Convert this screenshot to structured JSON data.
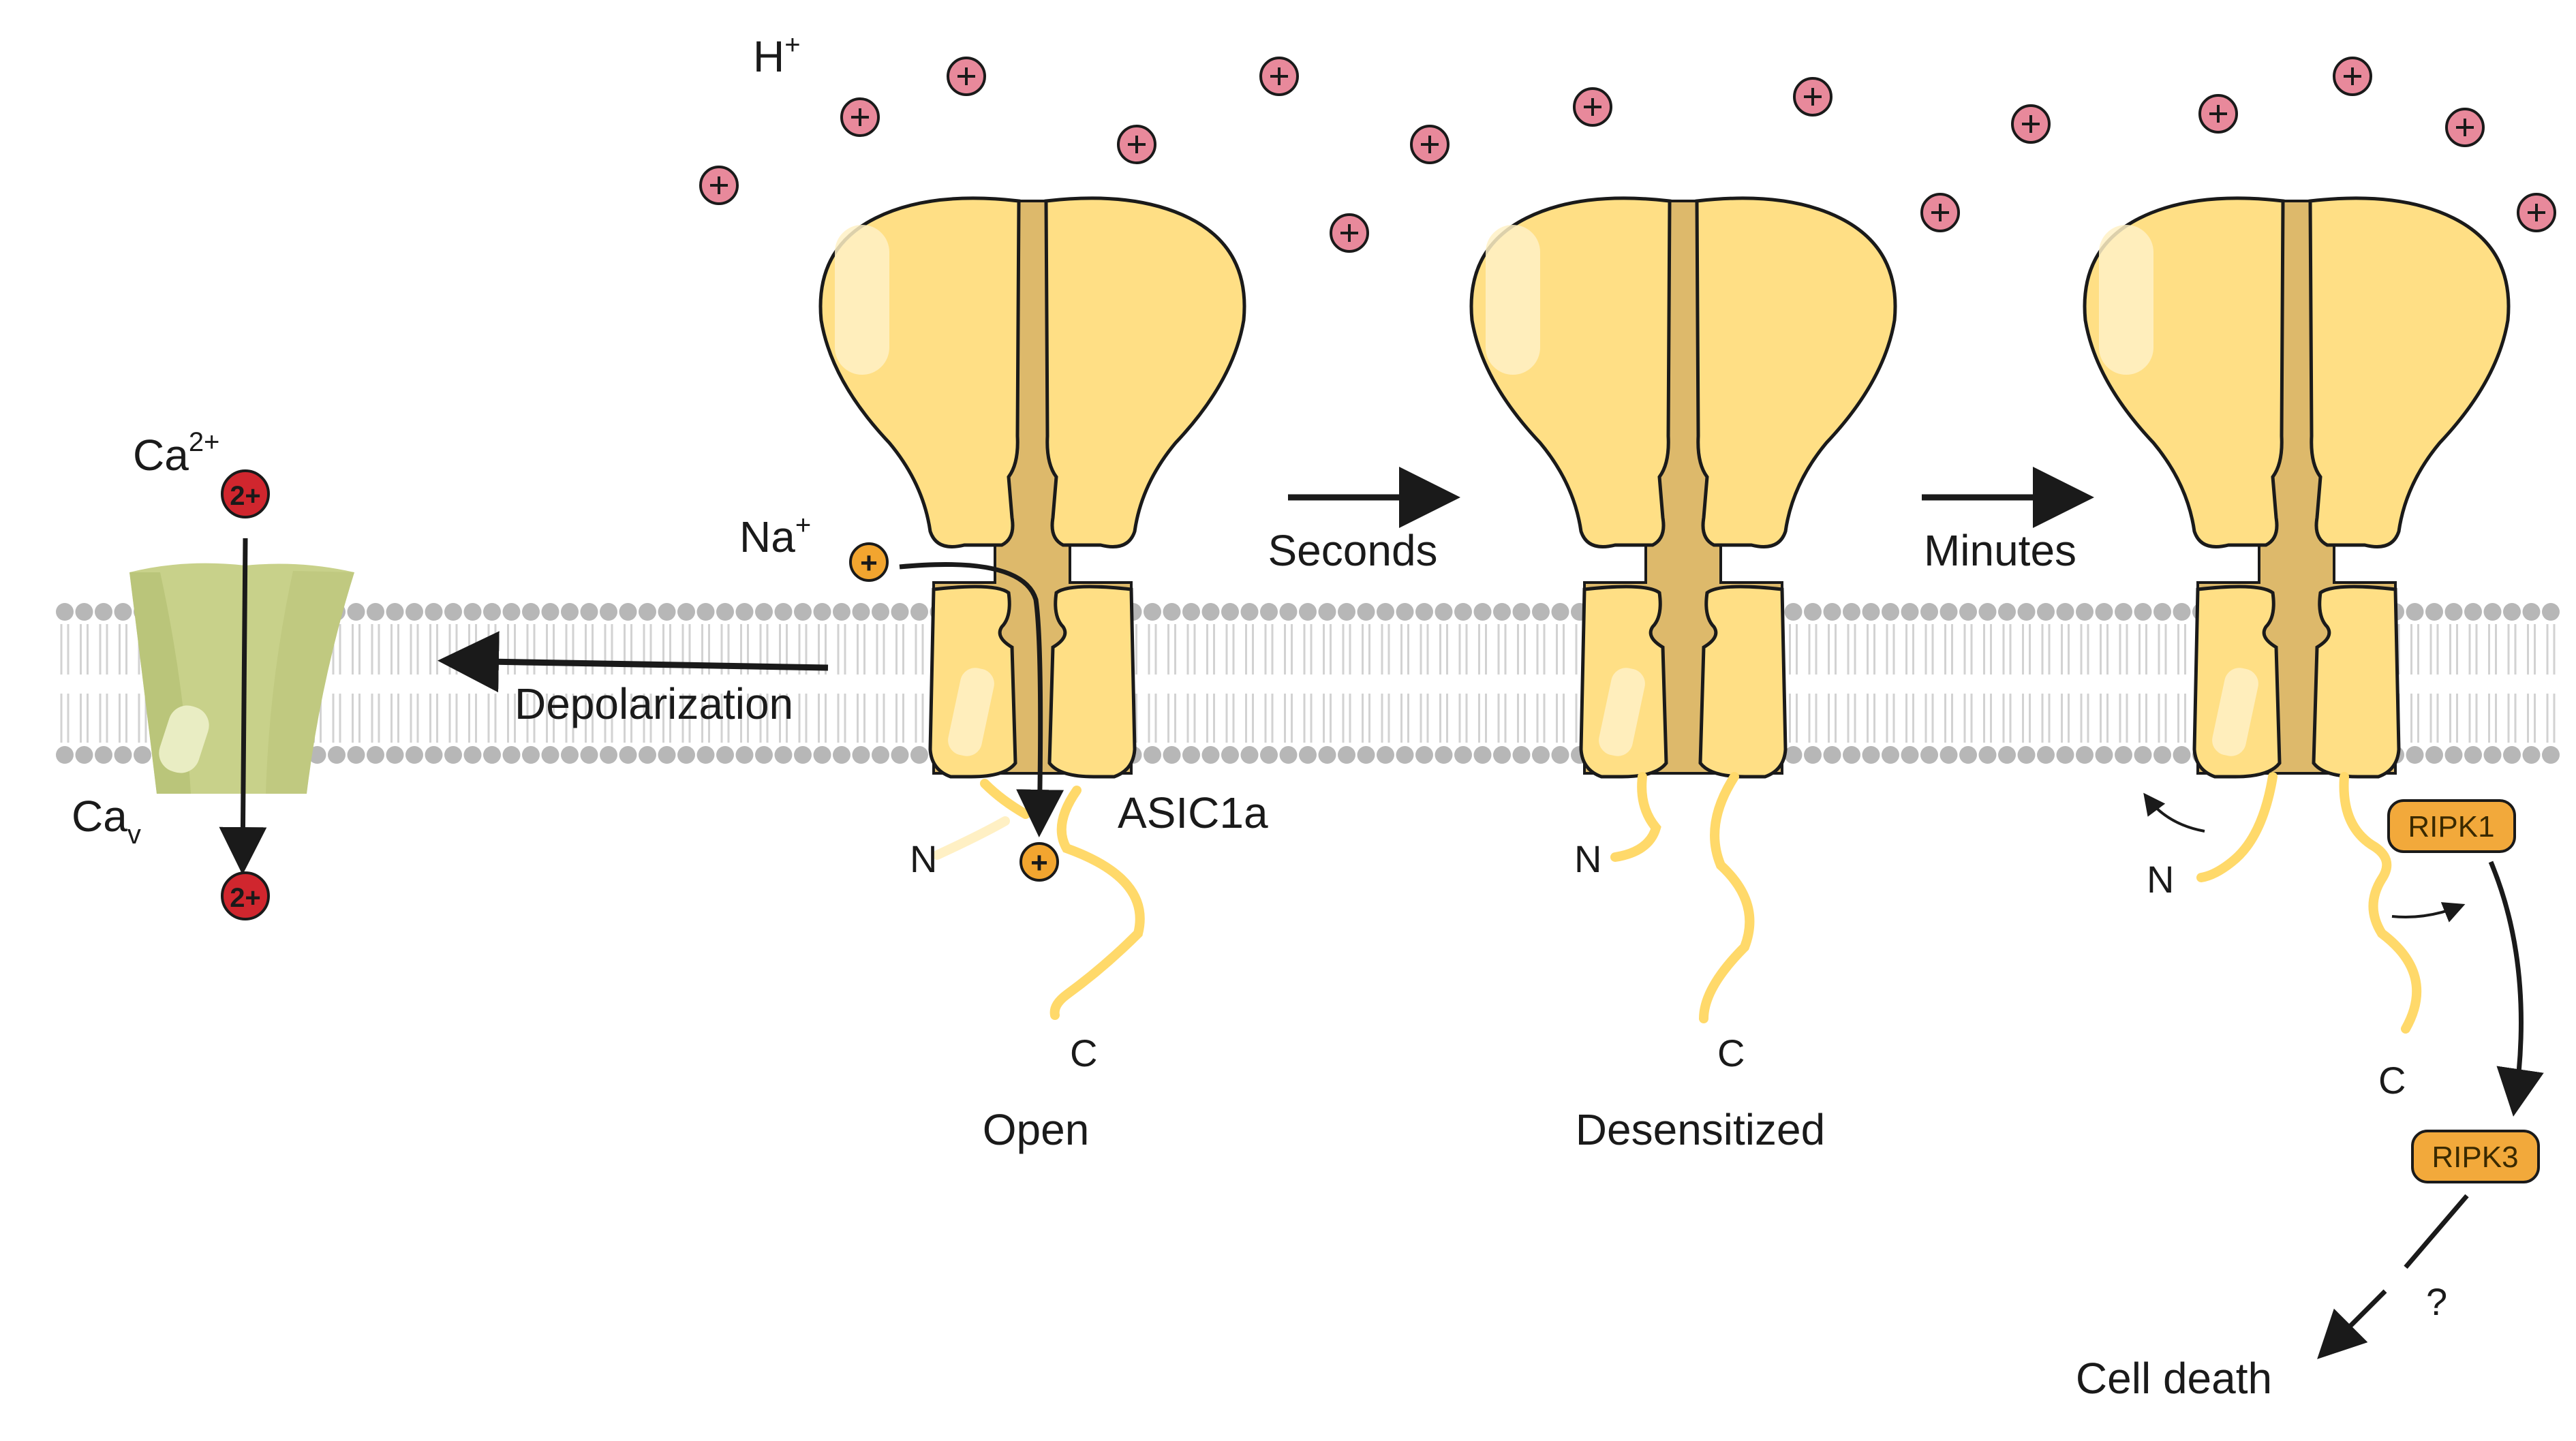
{
  "ions": {
    "proton_label": "H",
    "proton_charge": "+",
    "sodium_label": "Na",
    "sodium_charge": "+",
    "calcium_label": "Ca",
    "calcium_charge": "2+",
    "calcium_ion_glyph": "2+",
    "plus_glyph": "+"
  },
  "cav": {
    "label_main": "Ca",
    "label_sub": "v"
  },
  "asic": {
    "name": "ASIC1a",
    "terminus_n": "N",
    "terminus_c": "C"
  },
  "states": [
    {
      "label": "Open"
    },
    {
      "label": "Desensitized"
    },
    {
      "label": ""
    }
  ],
  "transitions": [
    {
      "label": "Seconds"
    },
    {
      "label": "Minutes"
    }
  ],
  "depolarization_label": "Depolarization",
  "pathway": {
    "kinase1": "RIPK1",
    "kinase2": "RIPK3",
    "uncertain_mark": "?",
    "outcome": "Cell death"
  },
  "colors": {
    "channel_yellow": "#FFDF85",
    "channel_pore": "#DDB96B",
    "channel_stroke": "#1a1a1a",
    "highlight": "#FFF1C6",
    "proton_fill": "#E8899B",
    "sodium_fill": "#F2A52F",
    "calcium_fill": "#D0262E",
    "cav_fill": "#C8D18A",
    "cav_dark": "#B3BD6E",
    "membrane_head": "#B7B7B7",
    "membrane_tail": "#D2D2D2",
    "kinase_fill": "#F2A93B",
    "tail_yellow": "#FFD96A"
  }
}
